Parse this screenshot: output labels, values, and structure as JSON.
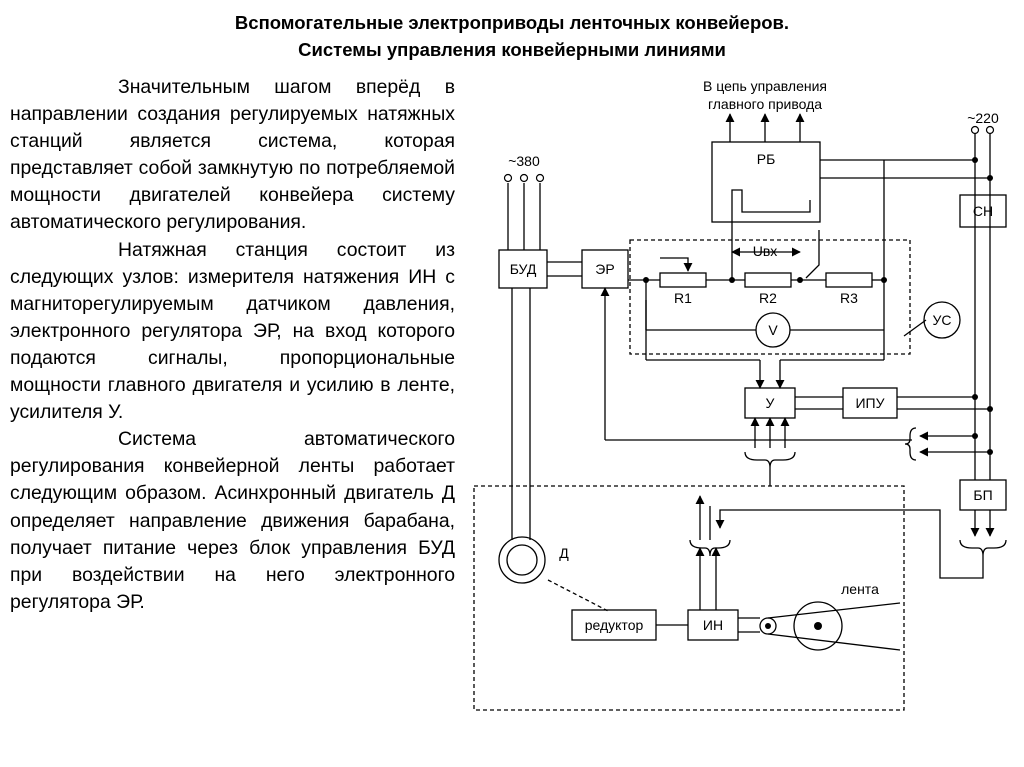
{
  "slide": {
    "title_line1": "Вспомогательные электроприводы ленточных конвейеров.",
    "title_line2": "Системы управления конвейерными линиями"
  },
  "body": {
    "paragraph1": "Значительным шагом вперёд в направлении создания регулируемых натяжных станций является система, которая представляет собой замкнутую по потребляемой мощности двигателей конвейера систему автоматического регулирования.",
    "paragraph2": "Натяжная станция состоит из следующих узлов: измерителя натяжения ИН с магниторегулируемым датчиком давления, электронного регулятора ЭР, на вход которого подаются сигналы, пропорциональные мощности главного двигателя и усилию в ленте, усилителя У.",
    "paragraph3": "Система автоматического регулирования конвейерной ленты работает следующим образом. Асинхронный двигатель Д определяет направление движения барабана, получает питание через блок управления БУД при воздействии на него электронного регулятора ЭР."
  },
  "diagram": {
    "label_main_drive_1": "В цепь управления",
    "label_main_drive_2": "главного привода",
    "label_supply_220": "~220",
    "label_supply_380": "~380",
    "block_rb": "РБ",
    "block_sn": "СН",
    "block_bud": "БУД",
    "block_er": "ЭР",
    "label_uvx": "Uвх",
    "resistor_r1": "R1",
    "resistor_r2": "R2",
    "resistor_r3": "R3",
    "voltmeter": "V",
    "block_us": "УС",
    "block_u": "У",
    "block_ipu": "ИПУ",
    "block_bp": "БП",
    "motor_label": "Д",
    "block_reducer": "редуктор",
    "block_in": "ИН",
    "label_belt": "лента"
  }
}
